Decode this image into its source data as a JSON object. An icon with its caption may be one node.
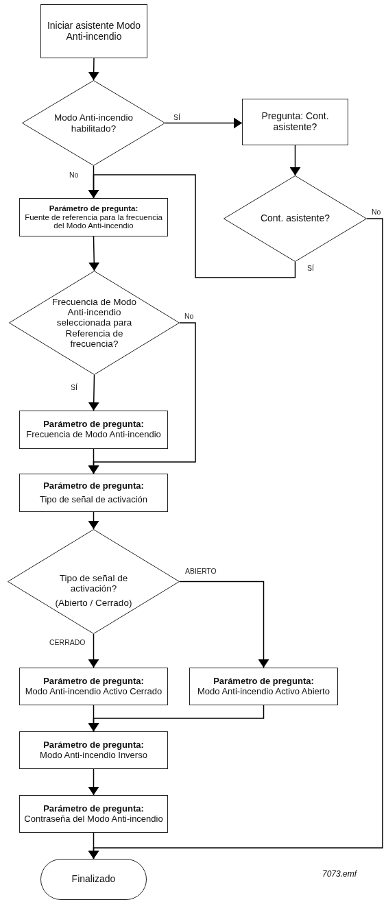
{
  "diagram": {
    "nodes": [
      {
        "text": [
          "Iniciar asistente Modo Anti-incendio"
        ]
      },
      {
        "text": [
          "Modo Anti-incendio habilitado?"
        ]
      },
      {
        "text": [
          "Pregunta: Cont. asistente?"
        ]
      },
      {
        "text": [
          "Cont. asistente?"
        ]
      },
      {
        "text": [
          "Parámetro de pregunta:",
          "Fuente de referencia para la frecuencia del Modo Anti-incendio"
        ]
      },
      {
        "text": [
          "Frecuencia de Modo Anti-incendio seleccionada para Referencia de frecuencia?"
        ]
      },
      {
        "text": [
          "Parámetro de pregunta:",
          "Frecuencia de Modo Anti-incendio"
        ]
      },
      {
        "text": [
          "Parámetro de pregunta:",
          "Tipo de señal de activación"
        ]
      },
      {
        "text": [
          "Tipo de señal de activación?",
          "(Abierto / Cerrado)"
        ]
      },
      {
        "text": [
          "Parámetro de pregunta:",
          "Modo Anti-incendio Activo Cerrado"
        ]
      },
      {
        "text": [
          "Parámetro de pregunta:",
          "Modo Anti-incendio Activo Abierto"
        ]
      },
      {
        "text": [
          "Parámetro de pregunta:",
          "Modo Anti-incendio Inverso"
        ]
      },
      {
        "text": [
          "Parámetro de pregunta:",
          "Contraseña del Modo Anti-incendio"
        ]
      },
      {
        "text": [
          "Finalizado"
        ]
      }
    ],
    "edges": [
      {
        "from": 0,
        "to": 1,
        "arrow": "to"
      },
      {
        "from": 1,
        "to": 2,
        "arrow": "to",
        "label": "SÍ"
      },
      {
        "from": 1,
        "to": 4,
        "arrow": "to",
        "label": "No"
      },
      {
        "from": 2,
        "to": 3,
        "arrow": "to"
      },
      {
        "from": 3,
        "to": 4,
        "arrow": "to",
        "label": "SÍ"
      },
      {
        "from": 3,
        "to": 13,
        "arrow": "to",
        "label": "No"
      },
      {
        "from": 4,
        "to": 5,
        "arrow": "to"
      },
      {
        "from": 5,
        "to": 6,
        "arrow": "to",
        "label": "SÍ"
      },
      {
        "from": 5,
        "to": 7,
        "arrow": "to",
        "label": "No"
      },
      {
        "from": 6,
        "to": 7,
        "arrow": "to"
      },
      {
        "from": 7,
        "to": 8,
        "arrow": "to"
      },
      {
        "from": 8,
        "to": 9,
        "arrow": "to",
        "label": "CERRADO"
      },
      {
        "from": 8,
        "to": 10,
        "arrow": "to",
        "label": "ABIERTO"
      },
      {
        "from": 9,
        "to": 11,
        "arrow": "to"
      },
      {
        "from": 10,
        "to": 11,
        "arrow": "to"
      },
      {
        "from": 11,
        "to": 12,
        "arrow": "to"
      },
      {
        "from": 12,
        "to": 13,
        "arrow": "to"
      }
    ],
    "labels": [
      "7073.emf"
    ]
  }
}
